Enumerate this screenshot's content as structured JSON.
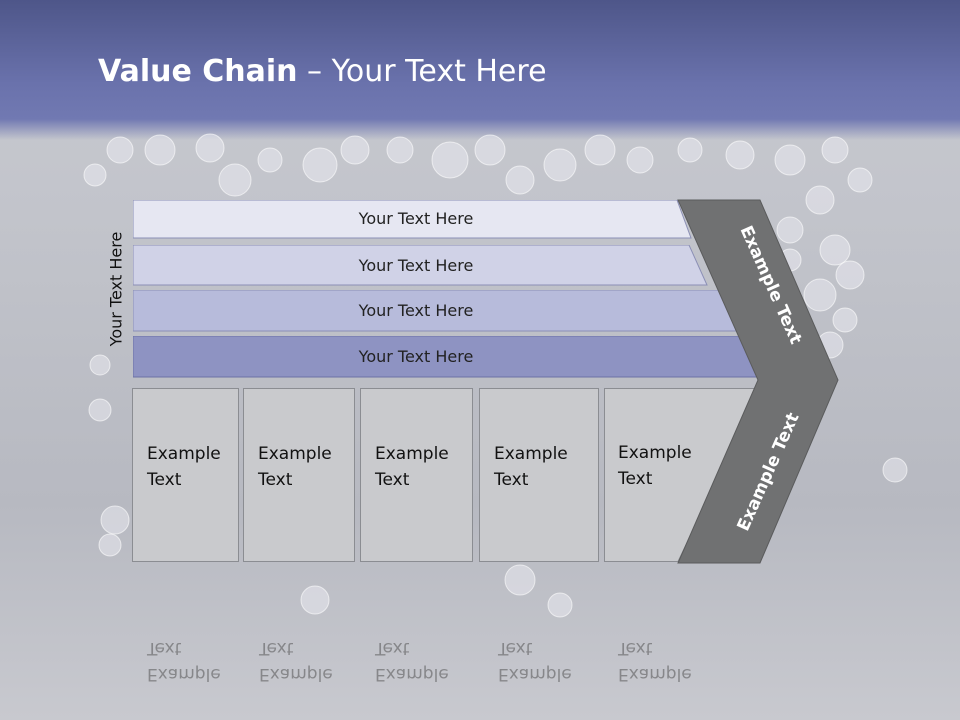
{
  "title": {
    "bold": "Value Chain",
    "rest": " – Your Text Here"
  },
  "side_label": "Your Text Here",
  "bars": [
    {
      "label": "Your Text Here",
      "color": "#e6e7f2"
    },
    {
      "label": "Your Text Here",
      "color": "#d0d2e7"
    },
    {
      "label": "Your Text Here",
      "color": "#b7bbdb"
    },
    {
      "label": "Your Text Here",
      "color": "#8e93c2"
    }
  ],
  "boxes": [
    {
      "line1": "Example",
      "line2": "Text"
    },
    {
      "line1": "Example",
      "line2": "Text"
    },
    {
      "line1": "Example",
      "line2": "Text"
    },
    {
      "line1": "Example",
      "line2": "Text"
    },
    {
      "line1": "Example",
      "line2": "Text"
    }
  ],
  "chevron": {
    "upper_label": "Example Text",
    "lower_label": "Example Text",
    "color": "#707172"
  },
  "colors": {
    "header": "#5d659e",
    "box_fill": "#c9cacd",
    "box_border": "#8b8d92"
  }
}
